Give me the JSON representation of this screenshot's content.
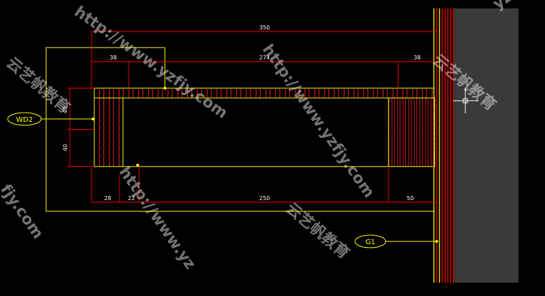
{
  "drawing": {
    "colors": {
      "background": "#000000",
      "outline": "#ffff00",
      "dimension": "#ff0000",
      "hatch": "#ff0000",
      "text": "#ffffff",
      "wall_fill": "#3a3a3a"
    },
    "dimensions": {
      "overall_top": "350",
      "left_inset": "38",
      "middle_span": "274",
      "right_inset": "38",
      "bottom_left": "28",
      "bottom_small": "22",
      "bottom_span": "250",
      "bottom_right": "50",
      "vertical_upper": "40",
      "vertical_lower": "40"
    },
    "tags": {
      "wood_tag": "WD2",
      "glass_tag": "G1"
    }
  },
  "watermark": {
    "url": "http://www.yzfjy.com",
    "url_partial_a": "yzfjy",
    "url_partial_b": "fjy.com",
    "url_partial_c": "http://www.yz",
    "brand": "云艺帆教育"
  }
}
